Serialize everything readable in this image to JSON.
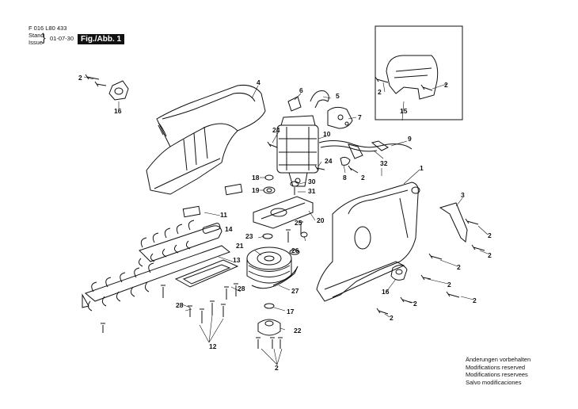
{
  "header": {
    "part_number": "F 016 L80 433",
    "stand_label": "Stand",
    "issue_label": "Issue",
    "date": "01-07-30",
    "figure_label": "Fig./Abb. 1"
  },
  "notes": [
    "Änderungen vorbehalten",
    "Modifications reserved",
    "Modifications reservees",
    "Salvo modificaciones"
  ],
  "callouts": {
    "c1": "1",
    "c2a": "2",
    "c2b": "2",
    "c2c": "2",
    "c2d": "2",
    "c2e": "2",
    "c2f": "2",
    "c2g": "2",
    "c2h": "2",
    "c2i": "2",
    "c2j": "2",
    "c3": "3",
    "c4": "4",
    "c5": "5",
    "c6": "6",
    "c7": "7",
    "c8": "8",
    "c9": "9",
    "c10": "10",
    "c11": "11",
    "c12": "12",
    "c13": "13",
    "c14": "14",
    "c15": "15",
    "c16a": "16",
    "c16b": "16",
    "c17": "17",
    "c18": "18",
    "c19": "19",
    "c20": "20",
    "c21": "21",
    "c22": "22",
    "c23": "23",
    "c24a": "24",
    "c24b": "24",
    "c25": "25",
    "c26": "26",
    "c27": "27",
    "c28a": "28",
    "c28b": "28",
    "c30": "30",
    "c31": "31",
    "c32": "32"
  }
}
